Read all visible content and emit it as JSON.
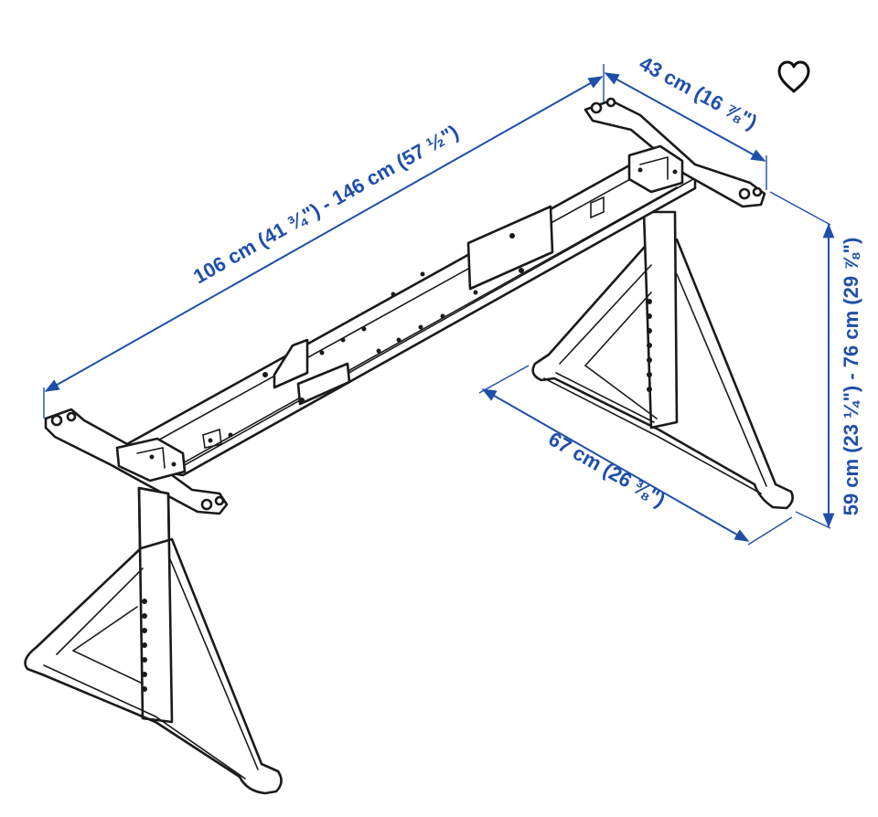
{
  "dimensions": {
    "length": "106 cm (41 ¾\") - 146 cm (57 ½\")",
    "depth_top": "43 cm (16 ⅞\")",
    "depth_foot": "67 cm (26 ⅜\")",
    "height": "59 cm (23 ¼\") - 76 cm (29 ⅞\")"
  },
  "colors": {
    "dimension": "#1f4fa8",
    "line_art": "#1a1a1a",
    "background": "#ffffff"
  },
  "icons": {
    "favorite": "heart-outline-icon"
  }
}
